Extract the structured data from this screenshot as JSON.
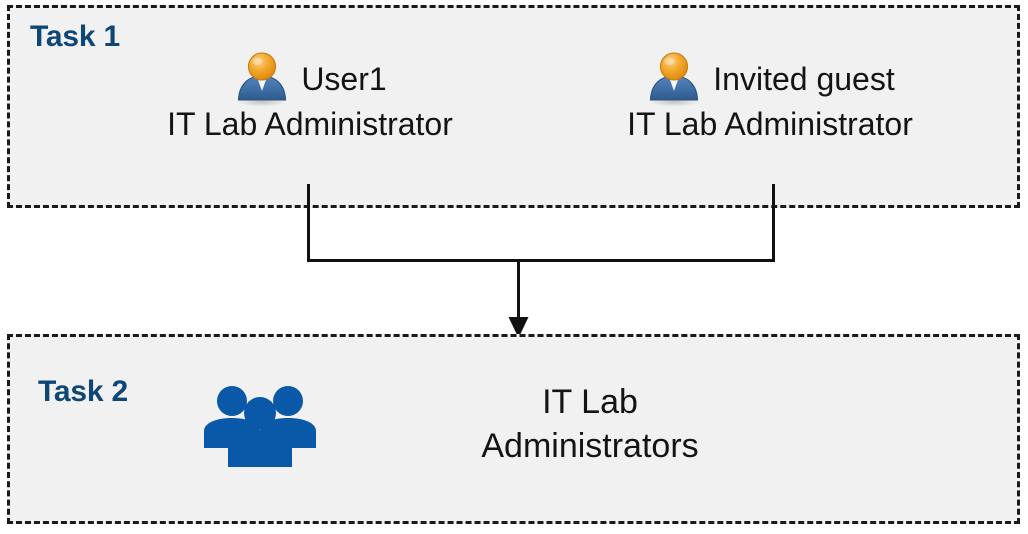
{
  "diagram": {
    "title": "Task 1 and Task 2 group membership flow",
    "background_color": "#FFFFFF",
    "box_fill_color": "#F1F1F1",
    "box_border_color": "#1A1A1A",
    "label_color": "#0E4675",
    "text_color": "#141414",
    "group_icon_color": "#0A59A8",
    "user_icon_head_color": "#F0A830",
    "user_icon_body_color": "#3C6FA5"
  },
  "task1": {
    "label": "Task 1",
    "people": [
      {
        "icon": "user-icon",
        "name": "User1",
        "role": "IT Lab Administrator"
      },
      {
        "icon": "user-icon",
        "name": "Invited guest",
        "role": "IT Lab Administrator"
      }
    ]
  },
  "task2": {
    "label": "Task 2",
    "group": {
      "icon": "user-group-icon",
      "name_line1": "IT Lab",
      "name_line2": "Administrators"
    }
  },
  "connector": {
    "type": "merge-arrow",
    "description": "Two vertical lines from the Task 1 people merge into a horizontal line and a single downward arrow points into the Task 2 box",
    "arrow_head": "arrow-down-icon"
  }
}
